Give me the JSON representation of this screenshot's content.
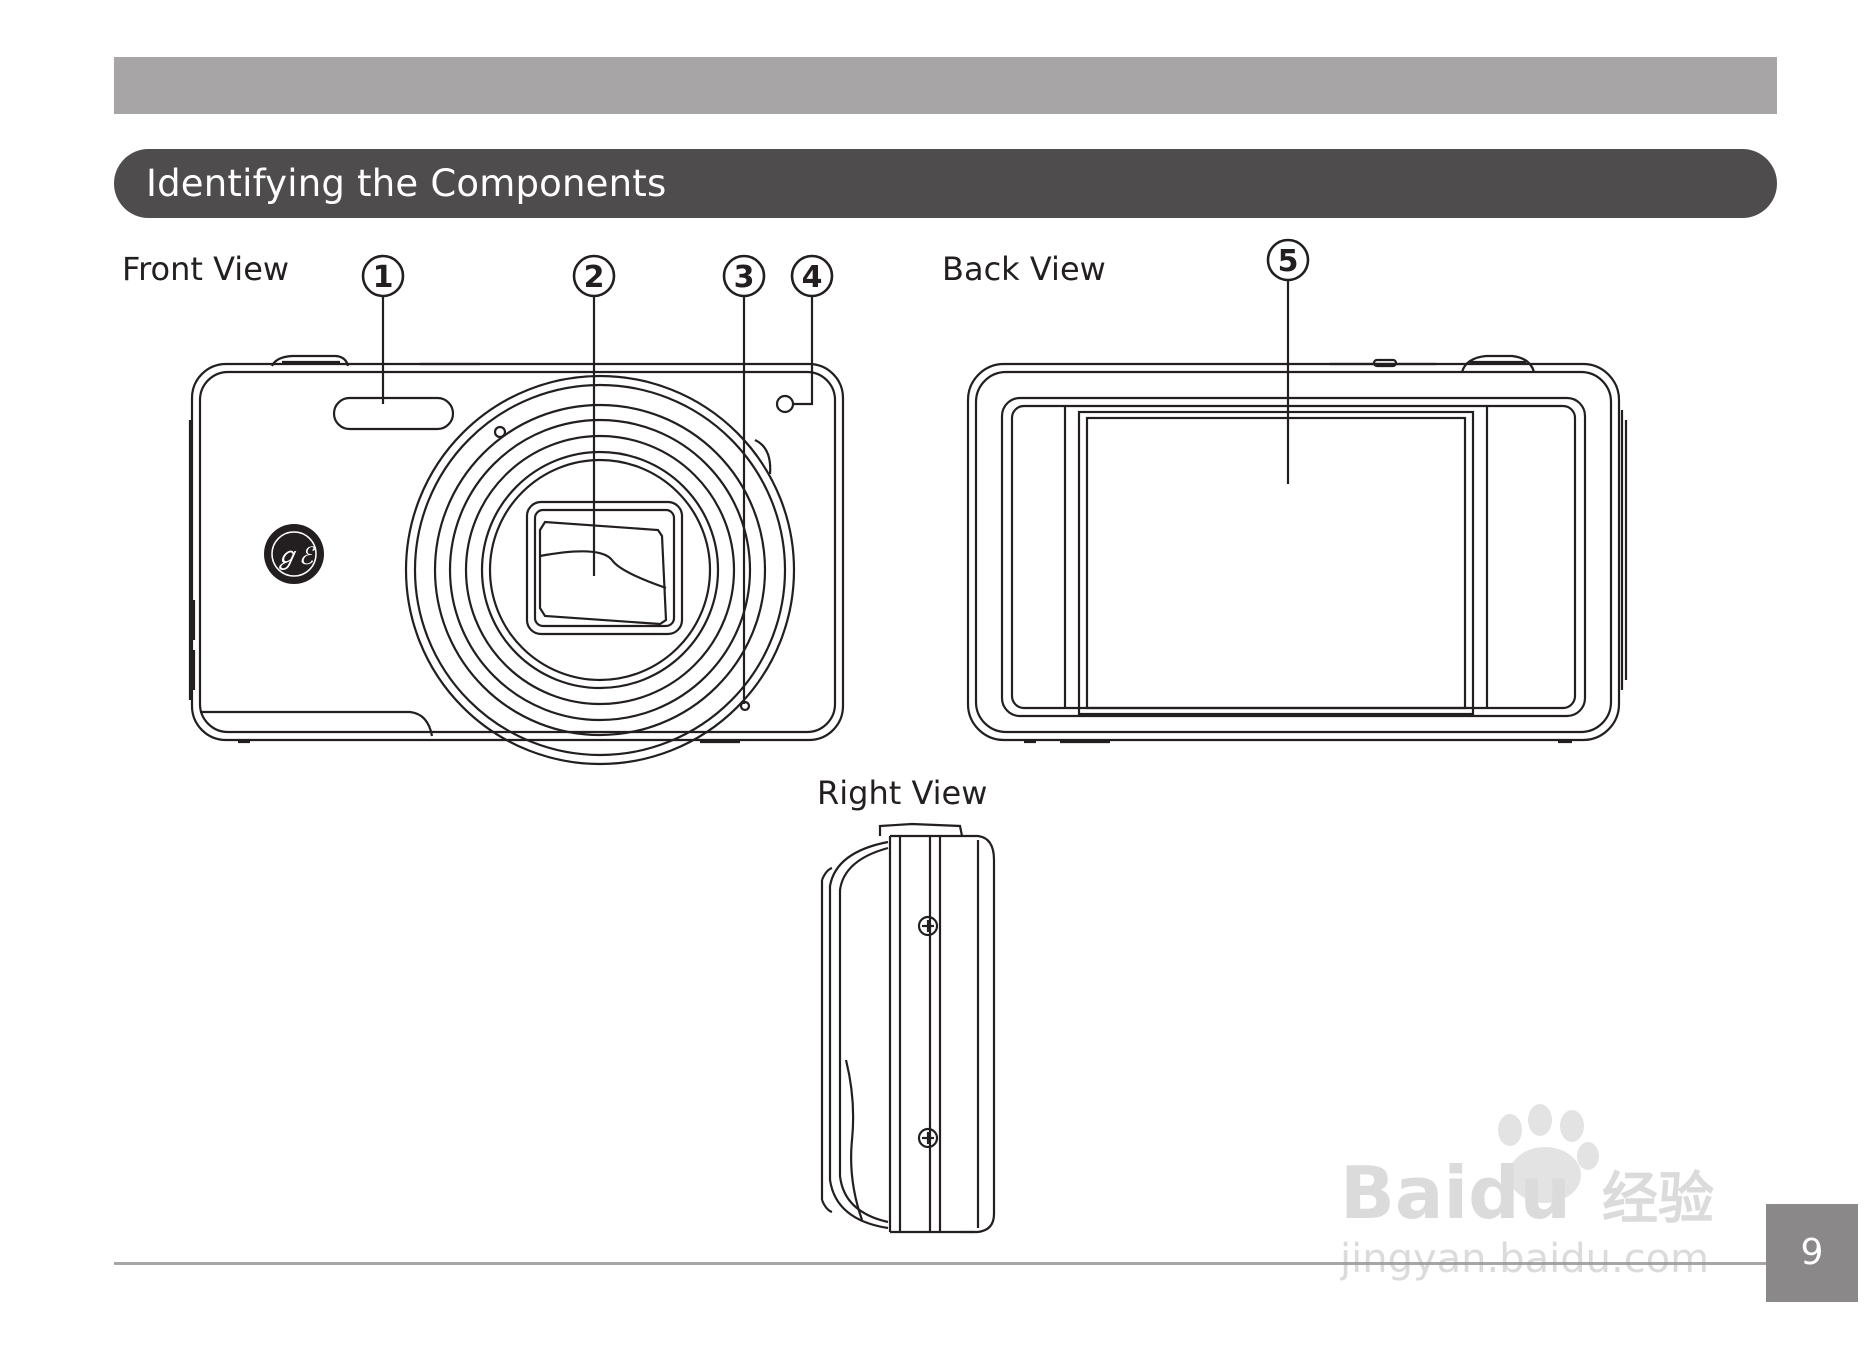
{
  "header": {
    "title": "Identifying the Components"
  },
  "views": {
    "front": "Front View",
    "back": "Back View",
    "right": "Right View"
  },
  "callouts": [
    "1",
    "2",
    "3",
    "4",
    "5"
  ],
  "page_number": "9",
  "watermark": {
    "brand": "Baidu",
    "cn": "经验",
    "url": "jingyan.baidu.com"
  },
  "logo": {
    "text": "GE"
  }
}
